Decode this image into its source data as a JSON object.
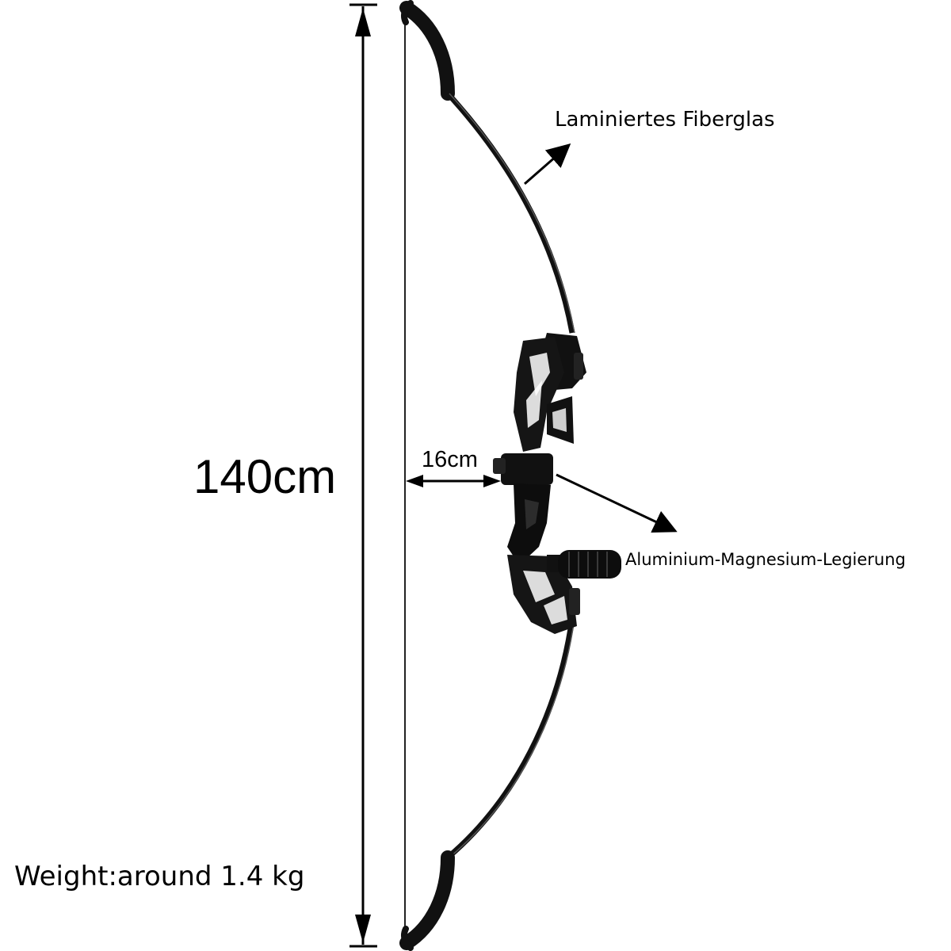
{
  "labels": {
    "height": "140cm",
    "width": "16cm",
    "limb_material": "Laminiertes Fiberglas",
    "riser_material": "Aluminium-Magnesium-Legierung",
    "weight": "Weight:around 1.4 kg"
  },
  "colors": {
    "ink": "#000000",
    "bow": "#111111",
    "background": "#ffffff"
  }
}
